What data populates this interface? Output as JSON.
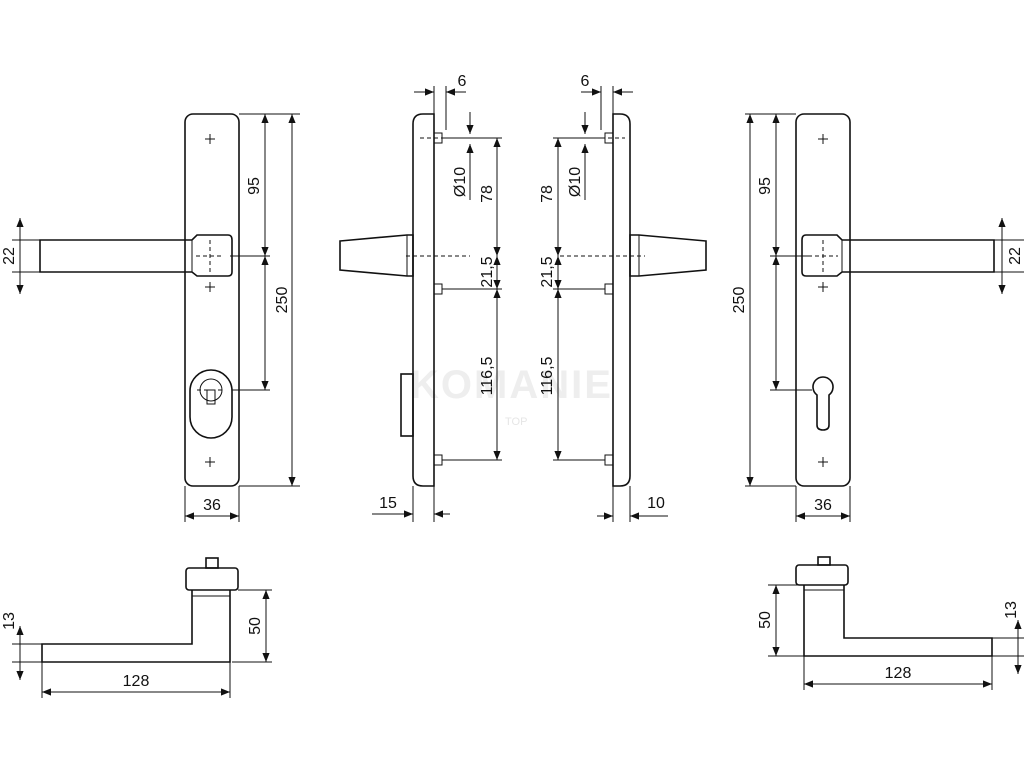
{
  "watermark": "KOMANIE",
  "watermark_sub": "TOP",
  "dims": {
    "front_left": {
      "h22": "22",
      "d95": "95",
      "d250": "250",
      "w36": "36"
    },
    "side_left": {
      "d6": "6",
      "dia10": "Ø10",
      "d78": "78",
      "d21_5": "21,5",
      "d116_5": "116,5",
      "d15": "15"
    },
    "side_right": {
      "d6": "6",
      "dia10": "Ø10",
      "d78": "78",
      "d21_5": "21,5",
      "d116_5": "116,5",
      "d10": "10"
    },
    "front_right": {
      "d95": "95",
      "d250": "250",
      "h22": "22",
      "w36": "36"
    },
    "lever_left": {
      "d13": "13",
      "d50": "50",
      "d128": "128"
    },
    "lever_right": {
      "d50": "50",
      "d13": "13",
      "d128": "128"
    }
  }
}
